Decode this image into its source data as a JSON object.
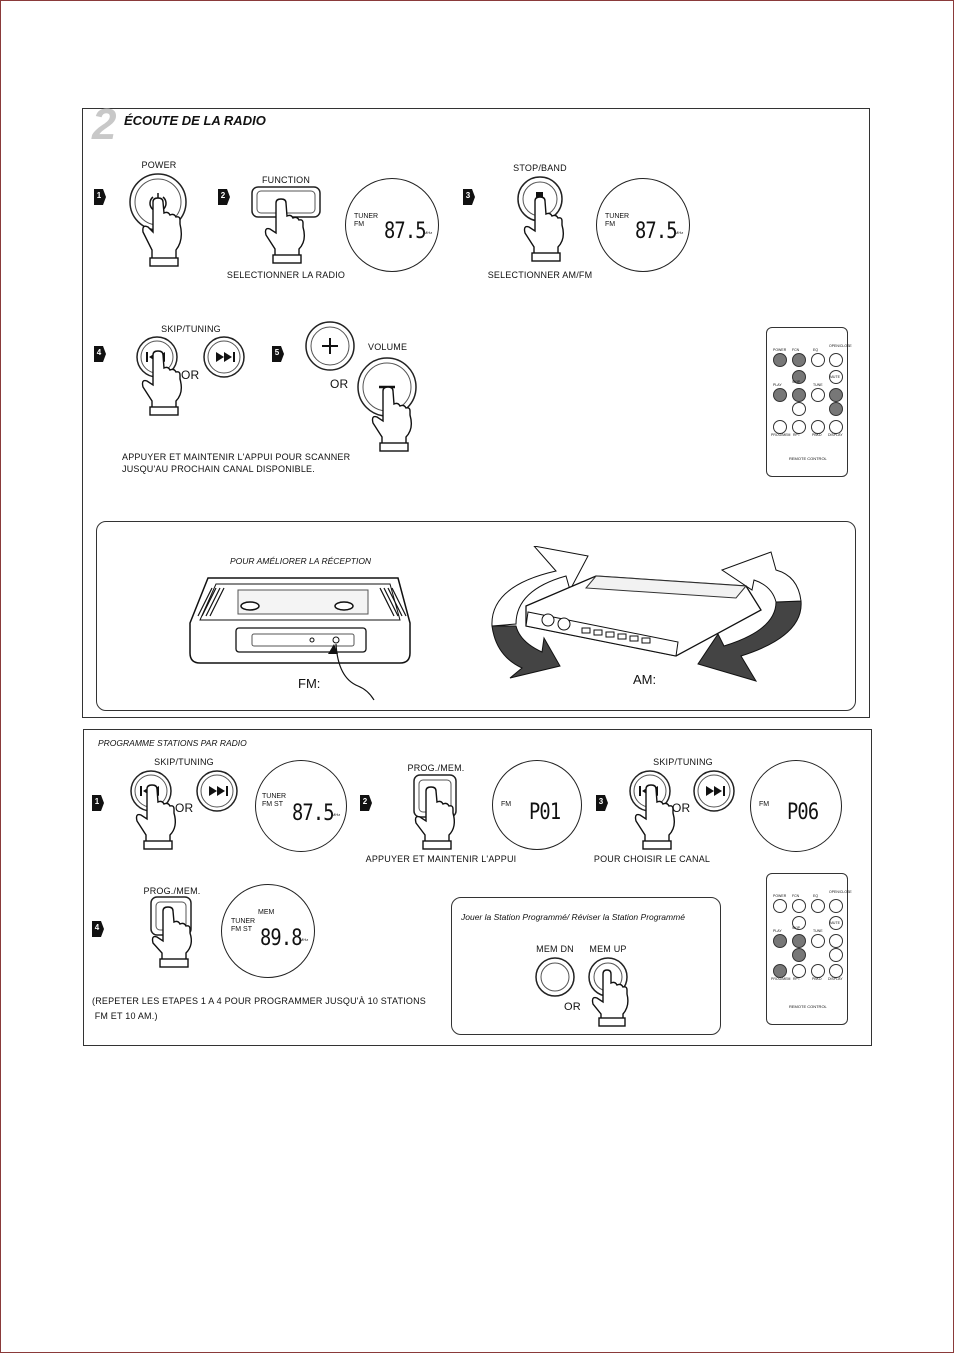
{
  "section_title": "ÉCOUTE DE LA RADIO",
  "section_number": "2",
  "steps": {
    "s1": {
      "num": "1",
      "label": "POWER"
    },
    "s2": {
      "num": "2",
      "label": "FUNCTION",
      "caption": "SELECTIONNER LA RADIO"
    },
    "s3": {
      "num": "3",
      "label": "STOP/BAND",
      "caption": "SELECTIONNER AM/FM"
    },
    "s4": {
      "num": "4",
      "label": "SKIP/TUNING",
      "or": "OR"
    },
    "s5": {
      "num": "5",
      "label": "VOLUME",
      "or": "OR"
    }
  },
  "lcd1": {
    "line1": "TUNER",
    "line2": "FM",
    "value": "87.5",
    "unit": "MHz"
  },
  "lcd2": {
    "line1": "TUNER",
    "line2": "FM",
    "value": "87.5",
    "unit": "MHz"
  },
  "scan_note": {
    "line1": "APPUYER ET MAINTENIR L'APPUI POUR SCANNER",
    "line2": "JUSQU'AU PROCHAIN CANAL DISPONIBLE."
  },
  "remote": {
    "top_labels": [
      "POWER",
      "FCN",
      "EQ",
      "OPEN/CLOSE"
    ],
    "mid_labels": [
      "PLAY",
      "SKIP",
      "TUNE",
      "MUTE",
      "VOL"
    ],
    "bottom_labels": [
      "PROG/MEM",
      "RPT",
      "PBKD",
      "DISPLAY"
    ],
    "footer": "REMOTE CONTROL"
  },
  "reception": {
    "title": "POUR AMÉLIORER LA RÉCEPTION",
    "fm_label": "FM:",
    "am_label": "AM:"
  },
  "program": {
    "title": "PROGRAMME STATIONS PAR RADIO",
    "p1": {
      "num": "1",
      "label": "SKIP/TUNING",
      "or": "OR"
    },
    "p2": {
      "num": "2",
      "label": "PROG./MEM.",
      "caption": "APPUYER ET MAINTENIR L'APPUI"
    },
    "p3": {
      "num": "3",
      "label": "SKIP/TUNING",
      "or": "OR",
      "caption": "POUR CHOISIR LE CANAL"
    },
    "p4": {
      "num": "4",
      "label": "PROG./MEM."
    },
    "lcd_a": {
      "line1": "TUNER",
      "line2": "FM ST",
      "value": "87.5",
      "unit": "MHz"
    },
    "lcd_b": {
      "line1": "FM",
      "value": "P01"
    },
    "lcd_c": {
      "line1": "FM",
      "value": "P06"
    },
    "lcd_d": {
      "top": "MEM",
      "line1": "TUNER",
      "line2": "FM ST",
      "value": "89.8",
      "unit": "MHz"
    },
    "repeat_note": {
      "line1": "(REPETER LES ETAPES 1 A 4 POUR PROGRAMMER JUSQU'À 10 STATIONS",
      "line2": " FM ET 10 AM.)"
    },
    "play_box": {
      "title": "Jouer la Station Programmé/ Réviser la Station Programmé",
      "mem_dn": "MEM DN",
      "mem_up": "MEM UP",
      "or": "OR"
    }
  }
}
